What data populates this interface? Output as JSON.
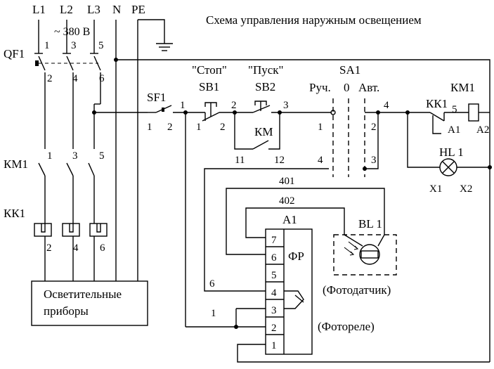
{
  "title": "Схема управления наружным освещением",
  "supply": {
    "L1": "L1",
    "L2": "L2",
    "L3": "L3",
    "N": "N",
    "PE": "PE",
    "voltage": "~ 380 В"
  },
  "qf1": {
    "label": "QF1",
    "t1": "1",
    "t3": "3",
    "t5": "5",
    "t2": "2",
    "t4": "4",
    "t6": "6"
  },
  "km1_main": {
    "label": "КМ1",
    "t1": "1",
    "t3": "3",
    "t5": "5"
  },
  "kk1_main": {
    "label": "КК1",
    "t2": "2",
    "t4": "4",
    "t6": "6"
  },
  "load": {
    "line1": "Осветительные",
    "line2": "приборы"
  },
  "sf1": {
    "label": "SF1",
    "top": "1",
    "b1": "1",
    "b2": "2"
  },
  "node1": "1",
  "sb1": {
    "caption": "\"Стоп\"",
    "label": "SB1",
    "t1": "1",
    "t2": "2"
  },
  "node2": "2",
  "sb2": {
    "caption": "\"Пуск\"",
    "label": "SB2",
    "t3": "3"
  },
  "km_hold": {
    "label": "КМ",
    "t11": "11",
    "t12": "12"
  },
  "sa1": {
    "label": "SA1",
    "manual": "Руч.",
    "zero": "0",
    "auto": "Авт.",
    "l1": "1",
    "l4": "4",
    "r2": "2",
    "r3": "3"
  },
  "node4": "4",
  "kk1_aux": {
    "label": "КК1",
    "t5": "5",
    "a1": "А1"
  },
  "km1_coil": {
    "label": "КМ1",
    "a2": "А2"
  },
  "hl1": {
    "label": "HL 1",
    "x1": "X1",
    "x2": "X2"
  },
  "wires": {
    "w401": "401",
    "w402": "402",
    "w6": "6",
    "w1": "1"
  },
  "a1": {
    "label": "А1",
    "fr": "ФР",
    "pins": [
      "7",
      "6",
      "5",
      "4",
      "3",
      "2",
      "1"
    ],
    "caption": "(Фотореле)"
  },
  "bl1": {
    "label": "BL 1",
    "caption": "(Фотодатчик)"
  }
}
